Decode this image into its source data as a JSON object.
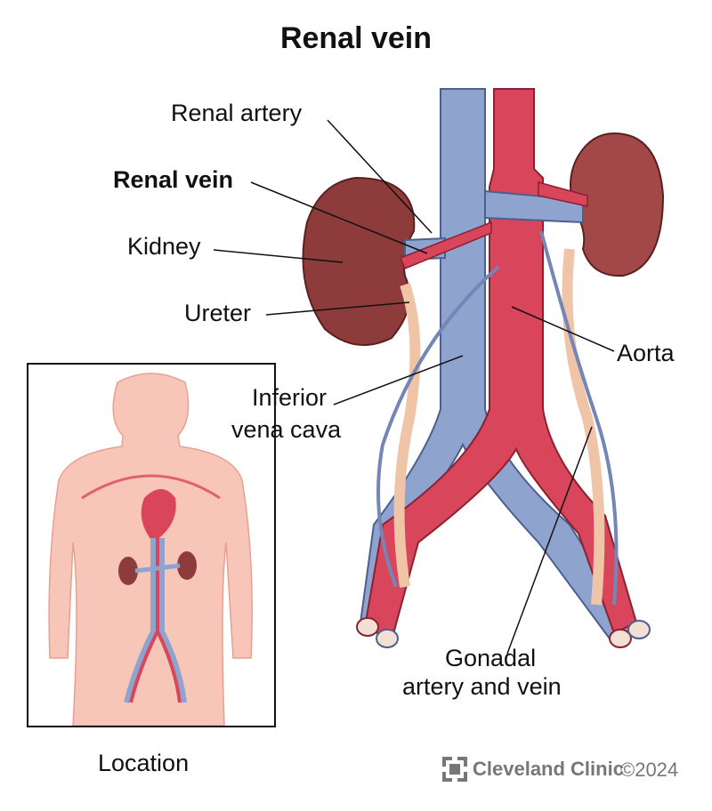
{
  "title": "Renal vein",
  "labels": {
    "renal_artery": "Renal artery",
    "renal_vein": "Renal vein",
    "kidney": "Kidney",
    "ureter": "Ureter",
    "aorta": "Aorta",
    "ivc_line1": "Inferior",
    "ivc_line2": "vena cava",
    "gonadal_line1": "Gonadal",
    "gonadal_line2": "artery and vein"
  },
  "inset": {
    "caption": "Location"
  },
  "footer": {
    "brand": "Cleveland Clinic",
    "copyright": "©2024"
  },
  "colors": {
    "vein": "#8fa3cf",
    "artery": "#d9455a",
    "kidney": "#8e3b3b",
    "ureter": "#f0c4a6",
    "skin": "#f7c6b8"
  }
}
